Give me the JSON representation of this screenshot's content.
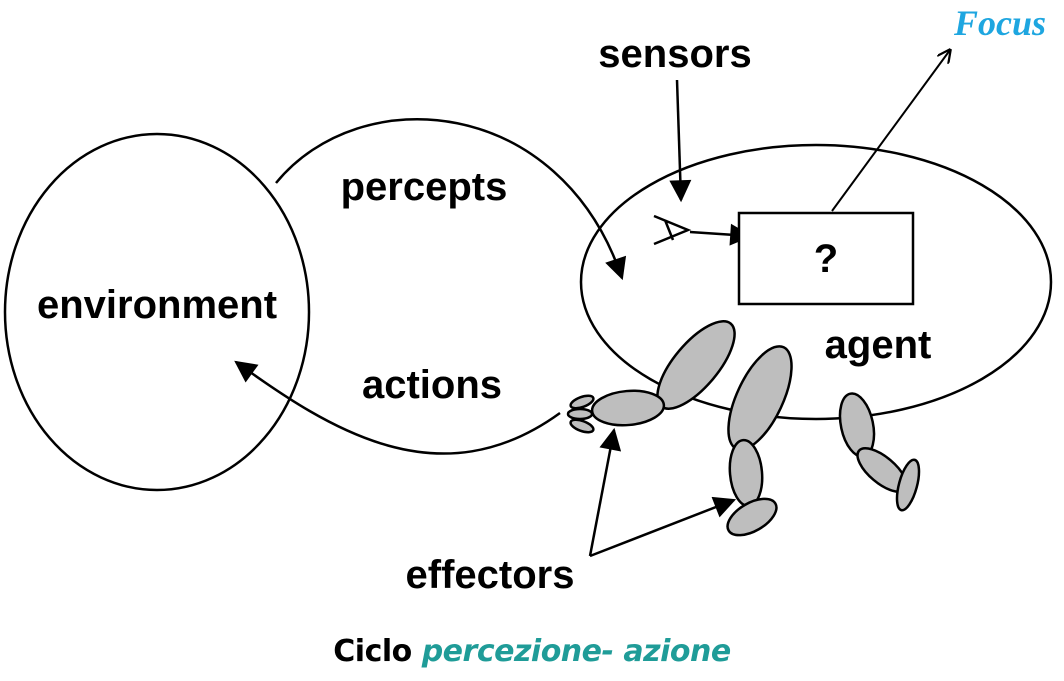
{
  "labels": {
    "environment": "environment",
    "percepts": "percepts",
    "actions": "actions",
    "sensors": "sensors",
    "agent": "agent",
    "question": "?",
    "effectors": "effectors",
    "focus": "Focus"
  },
  "caption": {
    "prefix": "Ciclo",
    "emphasis": "percezione- azione"
  },
  "colors": {
    "focus": "#1ea6e0",
    "caption_emphasis": "#1f9c98",
    "limb_fill": "#bebebe",
    "line": "#000000"
  }
}
